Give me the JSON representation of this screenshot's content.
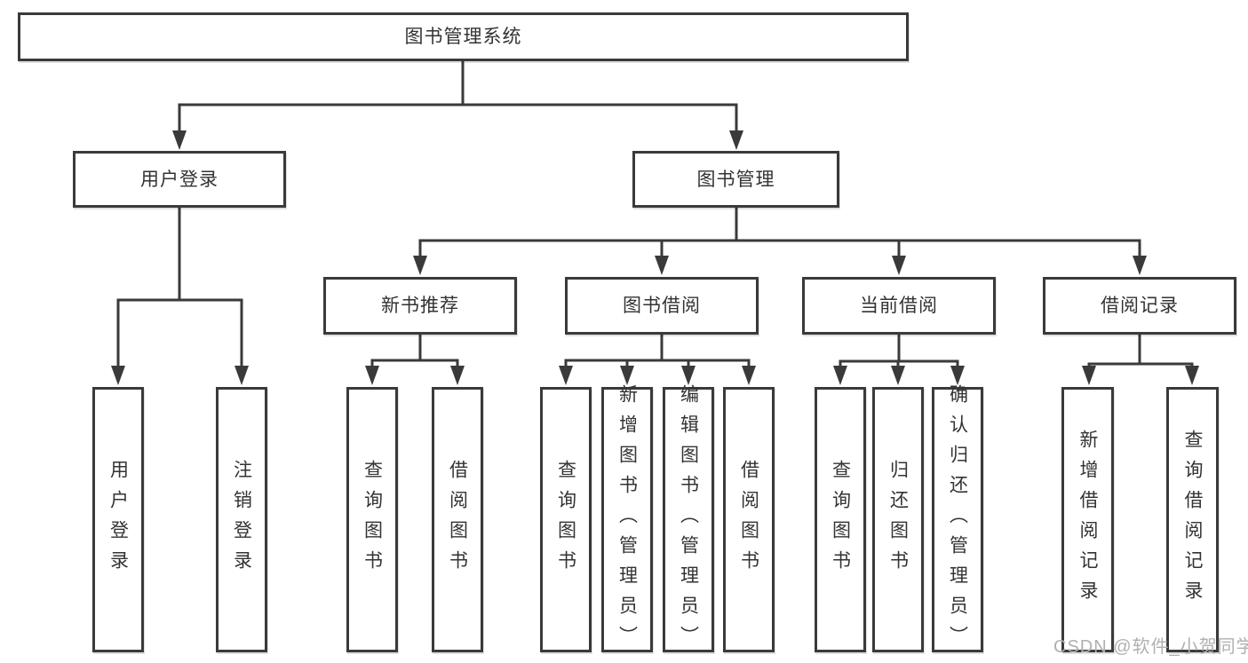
{
  "nodes": {
    "root": {
      "label": "图书管理系统"
    },
    "userLogin": {
      "label": "用户登录"
    },
    "bookMgmt": {
      "label": "图书管理"
    },
    "newRec": {
      "label": "新书推荐"
    },
    "bookBorrow": {
      "label": "图书借阅"
    },
    "currentBorrow": {
      "label": "当前借阅"
    },
    "borrowRecords": {
      "label": "借阅记录"
    },
    "leafUserLogin": {
      "label": "用户登录"
    },
    "leafLogout": {
      "label": "注销登录"
    },
    "leafNrQuery": {
      "label": "查询图书"
    },
    "leafNrBorrow": {
      "label": "借阅图书"
    },
    "leafBbQuery": {
      "label": "查询图书"
    },
    "leafBbAdd": {
      "label": "新增图书（管理员）"
    },
    "leafBbEdit": {
      "label": "编辑图书（管理员）"
    },
    "leafBbBorrow": {
      "label": "借阅图书"
    },
    "leafCbQuery": {
      "label": "查询图书"
    },
    "leafCbReturn": {
      "label": "归还图书"
    },
    "leafCbConfirm": {
      "label": "确认归还（管理员）"
    },
    "leafBrAdd": {
      "label": "新增借阅记录"
    },
    "leafBrQuery": {
      "label": "查询借阅记录"
    }
  },
  "watermark": {
    "text": "CSDN @软件_小贺同学"
  },
  "colors": {
    "line": "#3a3a3a",
    "text": "#333333",
    "watermark": "#b0b0b0",
    "background": "#ffffff"
  }
}
